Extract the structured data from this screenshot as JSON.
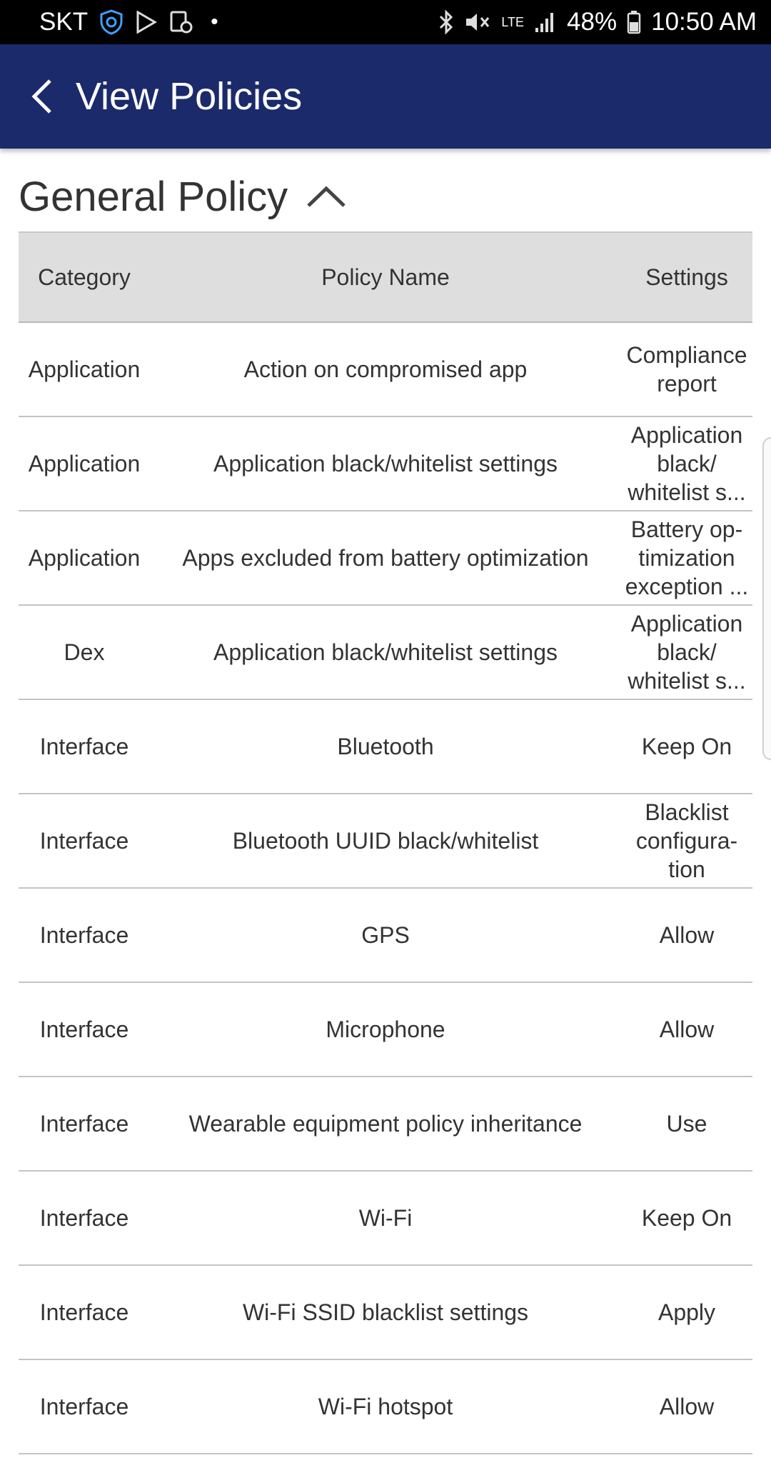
{
  "status_bar": {
    "carrier": "SKT",
    "network": "LTE",
    "battery": "48%",
    "time": "10:50 AM",
    "icons": [
      "shield-check-icon",
      "play-store-icon",
      "device-manage-icon",
      "dot-icon",
      "bluetooth-icon",
      "mute-icon",
      "lte-icon",
      "signal-icon",
      "battery-icon"
    ]
  },
  "app_bar": {
    "title": "View Policies",
    "back_icon": "back-arrow-icon",
    "bg_color": "#1b2a6b"
  },
  "section": {
    "title": "General Policy",
    "toggle_icon": "chevron-up-icon"
  },
  "table": {
    "columns": [
      "Category",
      "Policy Name",
      "Settings"
    ],
    "rows": [
      {
        "category": "Application",
        "policy": "Action on compromised app",
        "setting": "Compliance report"
      },
      {
        "category": "Application",
        "policy": "Application black/whitelist settings",
        "setting": "Application black/ whitelist s..."
      },
      {
        "category": "Application",
        "policy": "Apps excluded from battery optimization",
        "setting": "Battery op- timization exception ..."
      },
      {
        "category": "Dex",
        "policy": "Application black/whitelist settings",
        "setting": "Application black/ whitelist s..."
      },
      {
        "category": "Interface",
        "policy": "Bluetooth",
        "setting": "Keep On"
      },
      {
        "category": "Interface",
        "policy": "Bluetooth UUID black/whitelist",
        "setting": "Blacklist configura- tion"
      },
      {
        "category": "Interface",
        "policy": "GPS",
        "setting": "Allow"
      },
      {
        "category": "Interface",
        "policy": "Microphone",
        "setting": "Allow"
      },
      {
        "category": "Interface",
        "policy": "Wearable equipment policy inheritance",
        "setting": "Use"
      },
      {
        "category": "Interface",
        "policy": "Wi-Fi",
        "setting": "Keep On"
      },
      {
        "category": "Interface",
        "policy": "Wi-Fi SSID blacklist settings",
        "setting": "Apply"
      },
      {
        "category": "Interface",
        "policy": "Wi-Fi hotspot",
        "setting": "Allow"
      }
    ]
  }
}
